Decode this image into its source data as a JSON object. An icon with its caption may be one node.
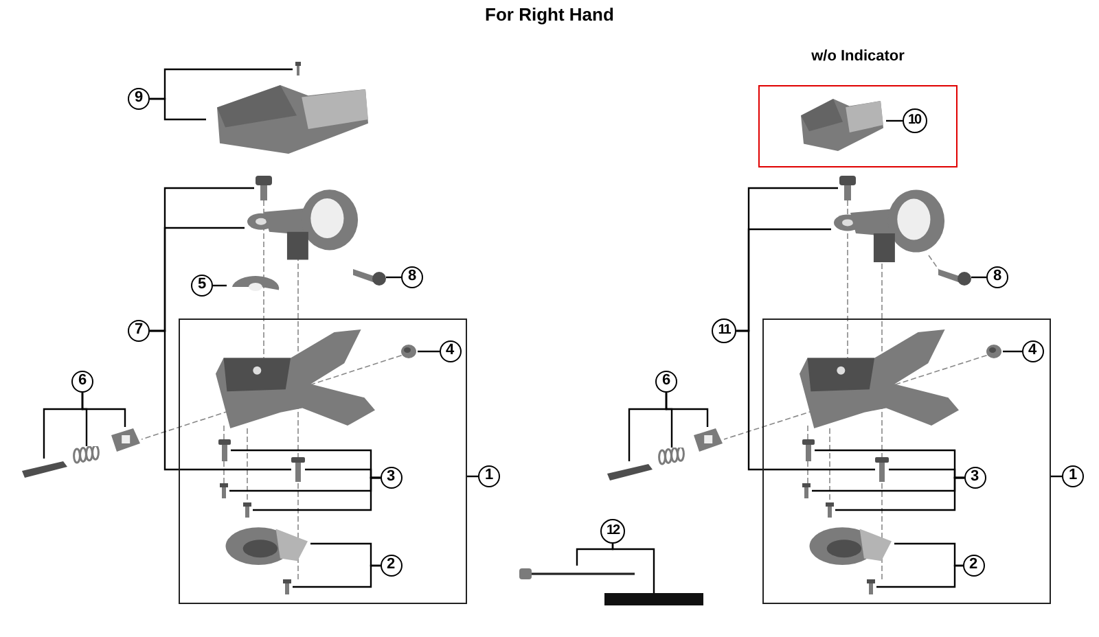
{
  "diagram": {
    "title": "For Right Hand",
    "nodes": [
      {
        "text": [
          "9"
        ]
      },
      {
        "text": [],
        "shape": "picture"
      },
      {
        "text": [],
        "shape": "picture"
      },
      {
        "text": [
          "7"
        ]
      },
      {
        "text": [],
        "shape": "picture"
      },
      {
        "text": [],
        "shape": "picture"
      },
      {
        "text": [
          "5"
        ]
      },
      {
        "text": [],
        "shape": "picture"
      },
      {
        "text": [],
        "shape": "picture"
      },
      {
        "text": [
          "8"
        ]
      },
      {
        "text": [],
        "shape": "box"
      },
      {
        "text": [],
        "shape": "picture",
        "in": 10
      },
      {
        "text": [],
        "shape": "picture",
        "in": 10
      },
      {
        "text": [
          "4"
        ],
        "in": 10
      },
      {
        "text": [
          "6"
        ]
      },
      {
        "text": [],
        "shape": "picture"
      },
      {
        "text": [],
        "shape": "picture"
      },
      {
        "text": [],
        "shape": "picture"
      },
      {
        "text": [],
        "shape": "picture",
        "in": 10
      },
      {
        "text": [],
        "shape": "picture",
        "in": 10
      },
      {
        "text": [],
        "shape": "picture",
        "in": 10
      },
      {
        "text": [],
        "shape": "picture",
        "in": 10
      },
      {
        "text": [
          "3"
        ],
        "in": 10
      },
      {
        "text": [],
        "shape": "picture",
        "in": 10
      },
      {
        "text": [],
        "shape": "picture",
        "in": 10
      },
      {
        "text": [
          "2"
        ],
        "in": 10
      },
      {
        "text": [
          "1"
        ]
      },
      {
        "text": [
          "w/o Indicator"
        ]
      },
      {
        "text": [],
        "shape": "picture",
        "in": 27
      },
      {
        "text": [
          "10"
        ],
        "in": 27
      },
      {
        "text": [
          "11"
        ]
      },
      {
        "text": [],
        "shape": "picture"
      },
      {
        "text": [],
        "shape": "picture"
      },
      {
        "text": [],
        "shape": "picture"
      },
      {
        "text": [
          "8"
        ]
      },
      {
        "text": [],
        "shape": "box"
      },
      {
        "text": [],
        "shape": "picture",
        "in": 35
      },
      {
        "text": [],
        "shape": "picture",
        "in": 35
      },
      {
        "text": [
          "4"
        ],
        "in": 35
      },
      {
        "text": [
          "6"
        ]
      },
      {
        "text": [],
        "shape": "picture"
      },
      {
        "text": [],
        "shape": "picture"
      },
      {
        "text": [],
        "shape": "picture"
      },
      {
        "text": [],
        "shape": "picture",
        "in": 35
      },
      {
        "text": [],
        "shape": "picture",
        "in": 35
      },
      {
        "text": [],
        "shape": "picture",
        "in": 35
      },
      {
        "text": [],
        "shape": "picture",
        "in": 35
      },
      {
        "text": [
          "3"
        ],
        "in": 35
      },
      {
        "text": [],
        "shape": "picture",
        "in": 35
      },
      {
        "text": [],
        "shape": "picture",
        "in": 35
      },
      {
        "text": [
          "2"
        ],
        "in": 35
      },
      {
        "text": [
          "1"
        ]
      },
      {
        "text": [
          "12"
        ]
      },
      {
        "text": [],
        "shape": "picture"
      },
      {
        "text": [],
        "shape": "bar"
      }
    ],
    "edges": [
      {
        "from": 0,
        "to": 1,
        "arrow": "none"
      },
      {
        "from": 0,
        "to": 2,
        "arrow": "none"
      },
      {
        "from": 3,
        "to": 4,
        "arrow": "none"
      },
      {
        "from": 3,
        "to": 5,
        "arrow": "none"
      },
      {
        "from": 3,
        "to": 18,
        "arrow": "none"
      },
      {
        "from": 6,
        "to": 7,
        "arrow": "none"
      },
      {
        "from": 9,
        "to": 8,
        "arrow": "none"
      },
      {
        "from": 13,
        "to": 12,
        "arrow": "none"
      },
      {
        "from": 14,
        "to": 15,
        "arrow": "none"
      },
      {
        "from": 14,
        "to": 16,
        "arrow": "none"
      },
      {
        "from": 14,
        "to": 17,
        "arrow": "none"
      },
      {
        "from": 22,
        "to": 19,
        "arrow": "none"
      },
      {
        "from": 22,
        "to": 18,
        "arrow": "none"
      },
      {
        "from": 22,
        "to": 20,
        "arrow": "none"
      },
      {
        "from": 22,
        "to": 21,
        "arrow": "none"
      },
      {
        "from": 25,
        "to": 23,
        "arrow": "none"
      },
      {
        "from": 25,
        "to": 24,
        "arrow": "none"
      },
      {
        "from": 26,
        "to": 10,
        "arrow": "none"
      },
      {
        "from": 29,
        "to": 28,
        "arrow": "none"
      },
      {
        "from": 30,
        "to": 31,
        "arrow": "none"
      },
      {
        "from": 30,
        "to": 32,
        "arrow": "none"
      },
      {
        "from": 30,
        "to": 43,
        "arrow": "none"
      },
      {
        "from": 34,
        "to": 33,
        "arrow": "none"
      },
      {
        "from": 38,
        "to": 37,
        "arrow": "none"
      },
      {
        "from": 39,
        "to": 40,
        "arrow": "none"
      },
      {
        "from": 39,
        "to": 41,
        "arrow": "none"
      },
      {
        "from": 39,
        "to": 42,
        "arrow": "none"
      },
      {
        "from": 47,
        "to": 44,
        "arrow": "none"
      },
      {
        "from": 47,
        "to": 43,
        "arrow": "none"
      },
      {
        "from": 47,
        "to": 45,
        "arrow": "none"
      },
      {
        "from": 47,
        "to": 46,
        "arrow": "none"
      },
      {
        "from": 50,
        "to": 48,
        "arrow": "none"
      },
      {
        "from": 50,
        "to": 49,
        "arrow": "none"
      },
      {
        "from": 51,
        "to": 35,
        "arrow": "none"
      },
      {
        "from": 52,
        "to": 53,
        "arrow": "none"
      },
      {
        "from": 52,
        "to": 54,
        "arrow": "none"
      }
    ]
  }
}
